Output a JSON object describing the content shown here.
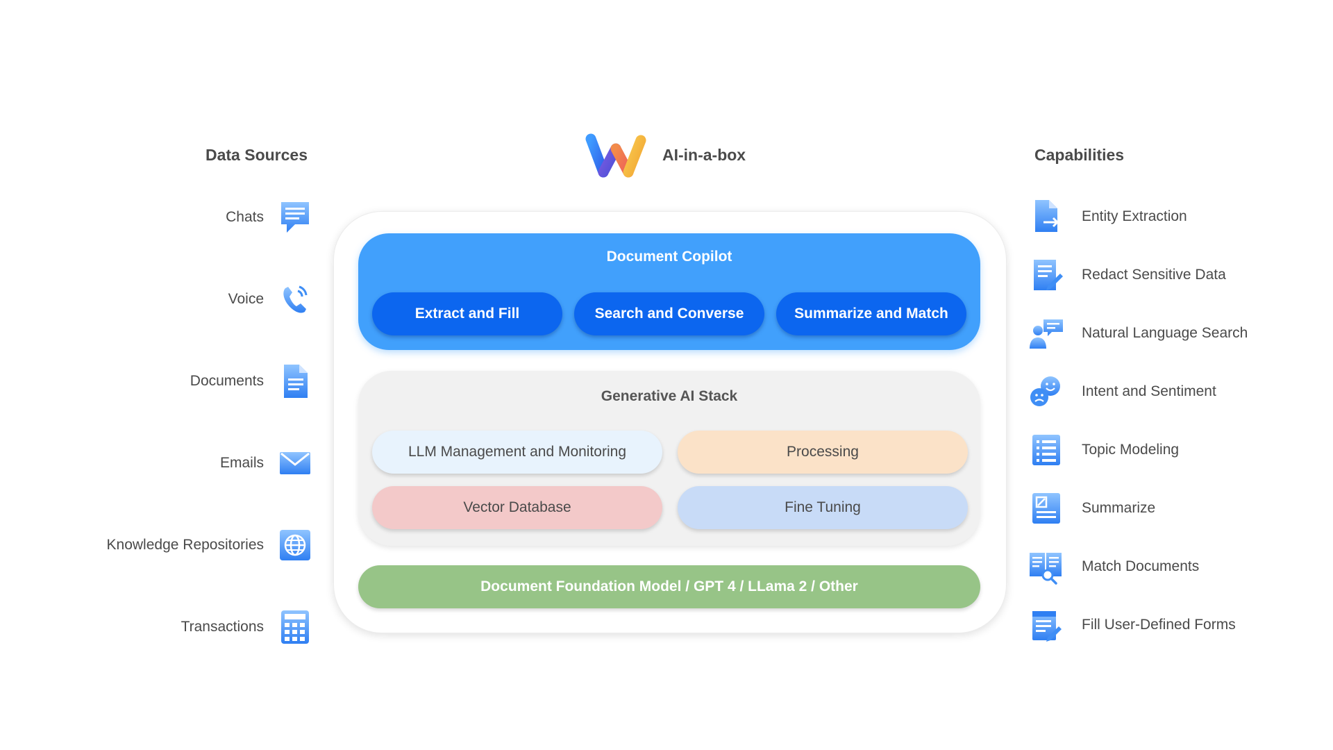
{
  "header": {
    "data_sources_title": "Data Sources",
    "brand_title": "AI-in-a-box",
    "capabilities_title": "Capabilities"
  },
  "data_sources": [
    {
      "label": "Chats",
      "icon": "chat-bubble-icon"
    },
    {
      "label": "Voice",
      "icon": "phone-icon"
    },
    {
      "label": "Documents",
      "icon": "document-icon"
    },
    {
      "label": "Emails",
      "icon": "envelope-icon"
    },
    {
      "label": "Knowledge Repositories",
      "icon": "globe-icon"
    },
    {
      "label": "Transactions",
      "icon": "calculator-icon"
    }
  ],
  "copilot": {
    "title": "Document Copilot",
    "buttons": [
      "Extract and Fill",
      "Search and Converse",
      "Summarize and Match"
    ]
  },
  "gen_stack": {
    "title": "Generative AI Stack",
    "items": [
      {
        "label": "LLM Management and Monitoring",
        "color": "#e8f3fd"
      },
      {
        "label": "Processing",
        "color": "#fbe2c8"
      },
      {
        "label": "Vector Database",
        "color": "#f3c9c9"
      },
      {
        "label": "Fine Tuning",
        "color": "#c8dbf7"
      }
    ]
  },
  "foundation": {
    "label": "Document Foundation Model / GPT 4 / LLama 2 / Other"
  },
  "capabilities": [
    {
      "label": "Entity Extraction",
      "icon": "document-export-icon"
    },
    {
      "label": "Redact Sensitive Data",
      "icon": "document-edit-icon"
    },
    {
      "label": "Natural Language Search",
      "icon": "user-chat-icon"
    },
    {
      "label": "Intent and Sentiment",
      "icon": "sentiment-faces-icon"
    },
    {
      "label": "Topic Modeling",
      "icon": "list-icon"
    },
    {
      "label": "Summarize",
      "icon": "chart-doc-icon"
    },
    {
      "label": "Match Documents",
      "icon": "book-search-icon"
    },
    {
      "label": "Fill User-Defined Forms",
      "icon": "form-edit-icon"
    }
  ],
  "colors": {
    "copilot_blue": "#41a0fc",
    "button_blue": "#0c66ef",
    "stack_gray": "#f1f1f1",
    "foundation_green": "#97c487",
    "icon_blue": "#3f8ef5",
    "logo_blue": "#3b82f6",
    "logo_purple": "#6d5bd0",
    "logo_orange": "#f47a4a",
    "logo_yellow": "#f6c347"
  }
}
